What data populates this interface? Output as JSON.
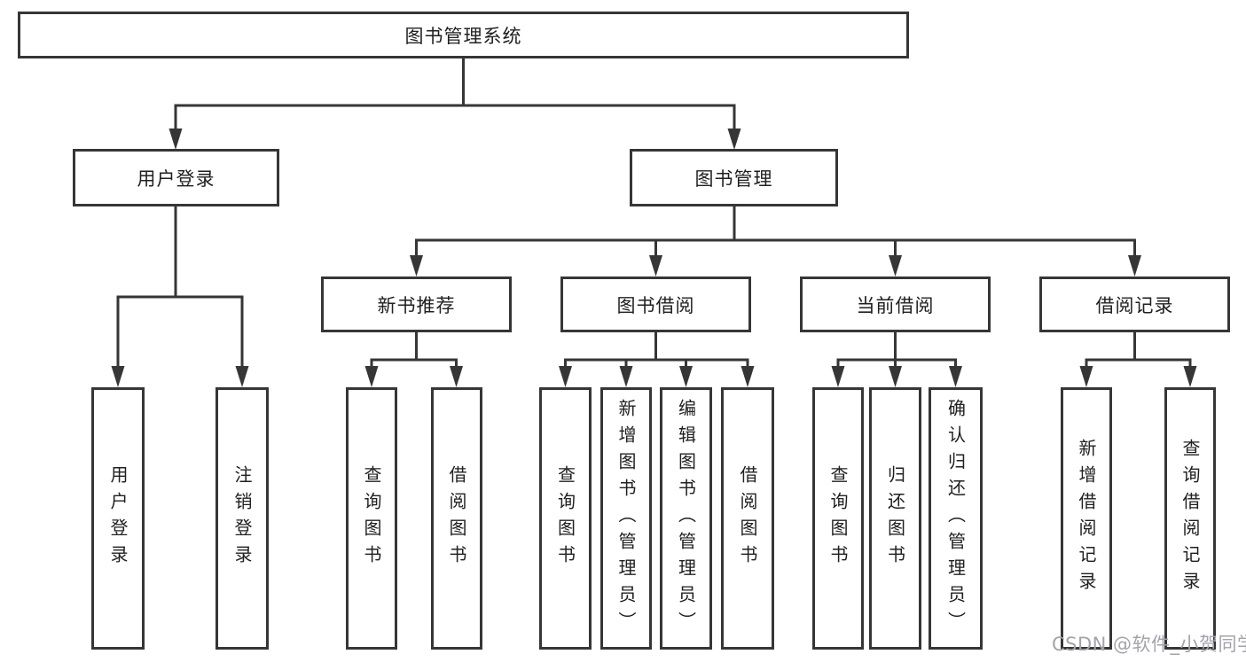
{
  "nodes": {
    "root": "图书管理系统",
    "user_login": "用户登录",
    "book_mgmt": "图书管理",
    "new_book": "新书推荐",
    "book_borrow": "图书借阅",
    "current_borrow": "当前借阅",
    "borrow_record": "借阅记录"
  },
  "leaves": {
    "user_login": [
      "用户登录",
      "注销登录"
    ],
    "new_book": [
      "查询图书",
      "借阅图书"
    ],
    "book_borrow": [
      "查询图书",
      "新增图书（管理员）",
      "编辑图书（管理员）",
      "借阅图书"
    ],
    "current_borrow": [
      "查询图书",
      "归还图书",
      "确认归还（管理员）"
    ],
    "borrow_record": [
      "新增借阅记录",
      "查询借阅记录"
    ]
  },
  "watermark": "CSDN @软件_小贺同学",
  "colors": {
    "line": "#363636",
    "text": "#202020",
    "watermark": "#a3a3ab",
    "background": "#ffffff"
  }
}
